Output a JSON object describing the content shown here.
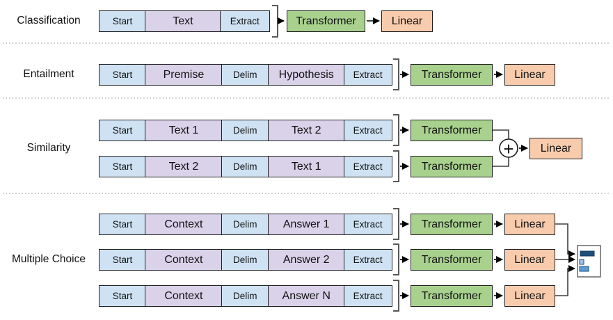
{
  "figure": {
    "sections": [
      {
        "label": "Classification",
        "rows": [
          {
            "tokens": [
              "Start",
              "Text",
              "Extract"
            ],
            "transformer": "Transformer",
            "linear": "Linear"
          }
        ]
      },
      {
        "label": "Entailment",
        "rows": [
          {
            "tokens": [
              "Start",
              "Premise",
              "Delim",
              "Hypothesis",
              "Extract"
            ],
            "transformer": "Transformer",
            "linear": "Linear"
          }
        ]
      },
      {
        "label": "Similarity",
        "rows": [
          {
            "tokens": [
              "Start",
              "Text 1",
              "Delim",
              "Text 2",
              "Extract"
            ],
            "transformer": "Transformer"
          },
          {
            "tokens": [
              "Start",
              "Text 2",
              "Delim",
              "Text 1",
              "Extract"
            ],
            "transformer": "Transformer"
          }
        ],
        "sum_symbol": "+",
        "linear": "Linear"
      },
      {
        "label": "Multiple Choice",
        "rows": [
          {
            "tokens": [
              "Start",
              "Context",
              "Delim",
              "Answer 1",
              "Extract"
            ],
            "transformer": "Transformer",
            "linear": "Linear"
          },
          {
            "tokens": [
              "Start",
              "Context",
              "Delim",
              "Answer 2",
              "Extract"
            ],
            "transformer": "Transformer",
            "linear": "Linear"
          },
          {
            "tokens": [
              "Start",
              "Context",
              "Delim",
              "Answer N",
              "Extract"
            ],
            "transformer": "Transformer",
            "linear": "Linear"
          }
        ]
      }
    ]
  },
  "colors": {
    "token_control_blue": "#cfe2f3",
    "token_content_purple": "#d9d2e9",
    "transformer_green": "#a9d18e",
    "linear_orange": "#f8cbad",
    "score_bar_dark": "#1f4e79",
    "score_bar_light": "#9dc3e6",
    "score_bar_medium": "#5b9bd5"
  }
}
